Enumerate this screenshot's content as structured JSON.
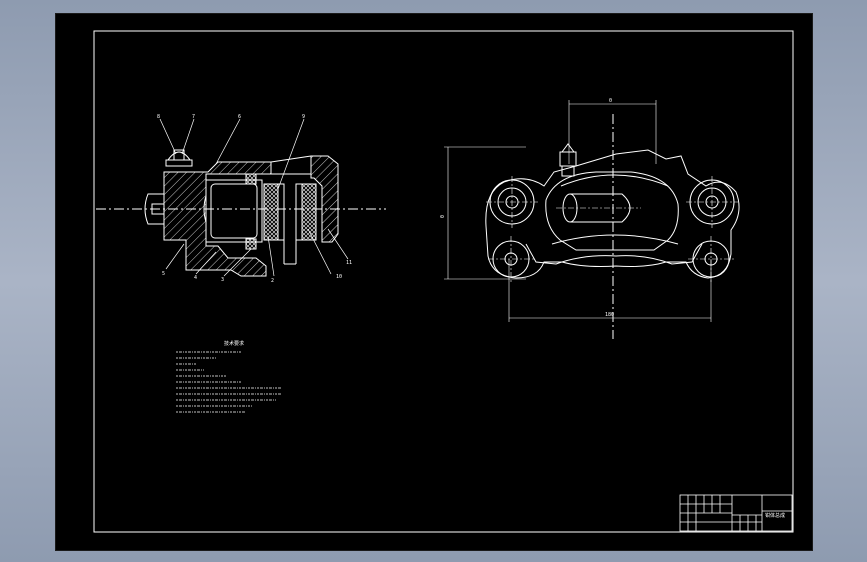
{
  "drawing": {
    "line_color": "#ffffff",
    "background": "#000000",
    "sheet_area": "#aab4c6"
  },
  "section_view": {
    "balloons": [
      "8",
      "7",
      "6",
      "9",
      "5",
      "4",
      "3",
      "2",
      "10",
      "11"
    ]
  },
  "front_view": {
    "dim_top": "0",
    "dim_left": "0",
    "dim_bottom": "180"
  },
  "notes": {
    "heading": "技术要求"
  },
  "title_block": {
    "part_name": "钳体总成"
  }
}
